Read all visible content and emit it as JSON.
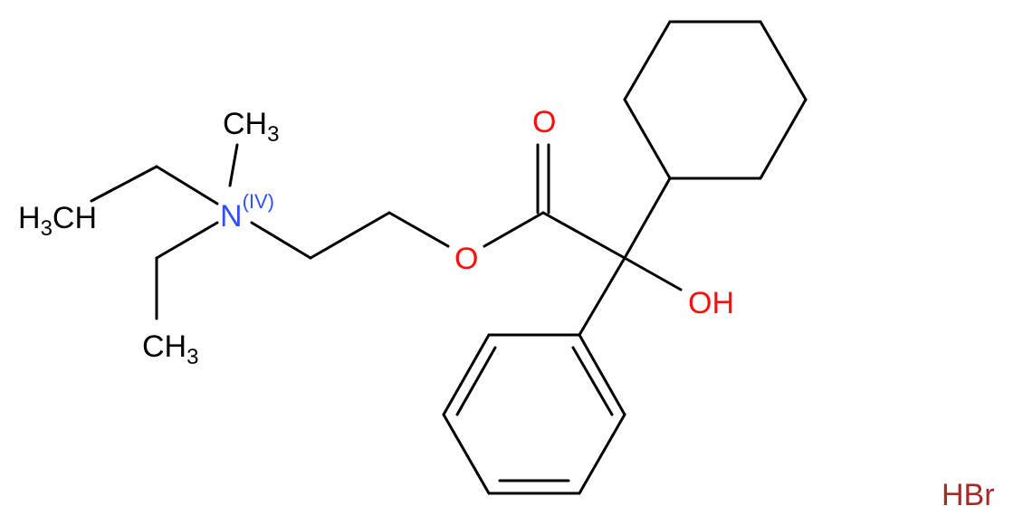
{
  "molecule": {
    "atoms": {
      "methyl_top": {
        "main": "CH",
        "sub": "3"
      },
      "methyl_left_main": "CH",
      "methyl_left_h": "H",
      "methyl_left_sub": "3",
      "methyl_bottom": {
        "main": "CH",
        "sub": "3"
      },
      "nitrogen": {
        "main": "N",
        "charge": "(IV)"
      },
      "ester_oxygen": "O",
      "carbonyl_oxygen": "O",
      "hydroxyl": "OH"
    },
    "counter_ion": "HBr"
  },
  "colors": {
    "bond": "#000000",
    "carbon_label": "#000000",
    "nitrogen": "#3050f8",
    "oxygen": "#ff0d0d",
    "bromide": "#a62929"
  }
}
